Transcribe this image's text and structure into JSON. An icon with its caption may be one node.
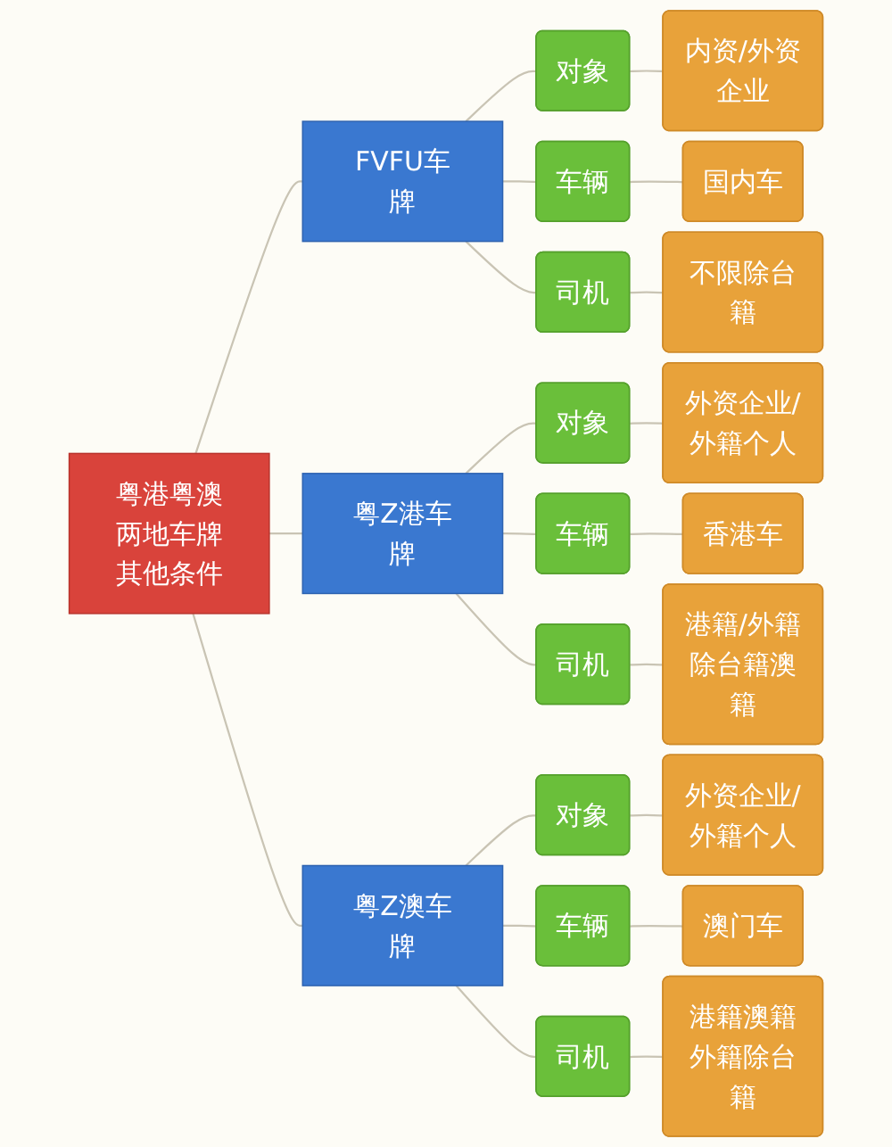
{
  "diagram": {
    "nodes": [
      {
        "text": [
          "粤港粤澳两地车牌其他条件"
        ]
      },
      {
        "text": [
          "FVFU车牌"
        ]
      },
      {
        "text": [
          "对象"
        ]
      },
      {
        "text": [
          "内资/外资企业"
        ]
      },
      {
        "text": [
          "车辆"
        ]
      },
      {
        "text": [
          "国内车"
        ]
      },
      {
        "text": [
          "司机"
        ]
      },
      {
        "text": [
          "不限除台籍"
        ]
      },
      {
        "text": [
          "粤Z港车牌"
        ]
      },
      {
        "text": [
          "对象"
        ]
      },
      {
        "text": [
          "外资企业/外籍个人"
        ]
      },
      {
        "text": [
          "车辆"
        ]
      },
      {
        "text": [
          "香港车"
        ]
      },
      {
        "text": [
          "司机"
        ]
      },
      {
        "text": [
          "港籍/外籍除台籍澳籍"
        ]
      },
      {
        "text": [
          "粤Z澳车牌"
        ]
      },
      {
        "text": [
          "对象"
        ]
      },
      {
        "text": [
          "外资企业/外籍个人"
        ]
      },
      {
        "text": [
          "车辆"
        ]
      },
      {
        "text": [
          "澳门车"
        ]
      },
      {
        "text": [
          "司机"
        ]
      },
      {
        "text": [
          "港籍澳籍外籍除台籍"
        ]
      }
    ],
    "edges": [
      {
        "from": 0,
        "to": 1,
        "arrow": "none"
      },
      {
        "from": 0,
        "to": 8,
        "arrow": "none"
      },
      {
        "from": 0,
        "to": 15,
        "arrow": "none"
      },
      {
        "from": 1,
        "to": 2,
        "arrow": "none"
      },
      {
        "from": 1,
        "to": 4,
        "arrow": "none"
      },
      {
        "from": 1,
        "to": 6,
        "arrow": "none"
      },
      {
        "from": 2,
        "to": 3,
        "arrow": "none"
      },
      {
        "from": 4,
        "to": 5,
        "arrow": "none"
      },
      {
        "from": 6,
        "to": 7,
        "arrow": "none"
      },
      {
        "from": 8,
        "to": 9,
        "arrow": "none"
      },
      {
        "from": 8,
        "to": 11,
        "arrow": "none"
      },
      {
        "from": 8,
        "to": 13,
        "arrow": "none"
      },
      {
        "from": 9,
        "to": 10,
        "arrow": "none"
      },
      {
        "from": 11,
        "to": 12,
        "arrow": "none"
      },
      {
        "from": 13,
        "to": 14,
        "arrow": "none"
      },
      {
        "from": 15,
        "to": 16,
        "arrow": "none"
      },
      {
        "from": 15,
        "to": 18,
        "arrow": "none"
      },
      {
        "from": 15,
        "to": 20,
        "arrow": "none"
      },
      {
        "from": 16,
        "to": 17,
        "arrow": "none"
      },
      {
        "from": 18,
        "to": 19,
        "arrow": "none"
      },
      {
        "from": 20,
        "to": 21,
        "arrow": "none"
      }
    ]
  }
}
